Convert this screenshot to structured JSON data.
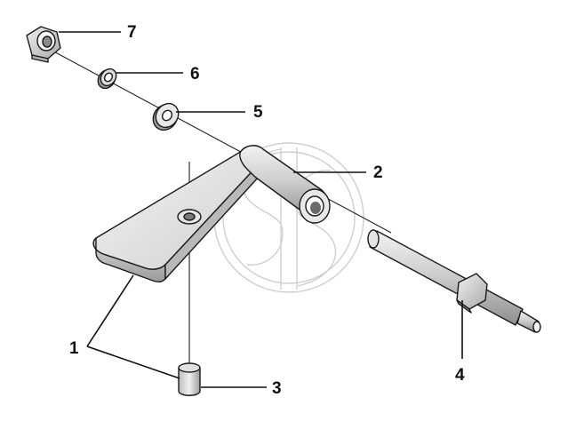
{
  "callouts": [
    {
      "id": "1",
      "text": "1"
    },
    {
      "id": "2",
      "text": "2"
    },
    {
      "id": "3",
      "text": "3"
    },
    {
      "id": "4",
      "text": "4"
    },
    {
      "id": "5",
      "text": "5"
    },
    {
      "id": "6",
      "text": "6"
    },
    {
      "id": "7",
      "text": "7"
    }
  ],
  "colors": {
    "line": "#111111",
    "part_fill_light": "#efefef",
    "part_fill_mid": "#d6d6d6",
    "part_fill_dark": "#a8a8a8",
    "watermark": "#cfcfcf"
  },
  "parts": [
    {
      "callout": "1",
      "kind": "plate"
    },
    {
      "callout": "2",
      "kind": "hinge-boss"
    },
    {
      "callout": "3",
      "kind": "pin"
    },
    {
      "callout": "4",
      "kind": "shaft"
    },
    {
      "callout": "5",
      "kind": "flat-washer"
    },
    {
      "callout": "6",
      "kind": "lock-washer"
    },
    {
      "callout": "7",
      "kind": "hex-nut"
    }
  ]
}
